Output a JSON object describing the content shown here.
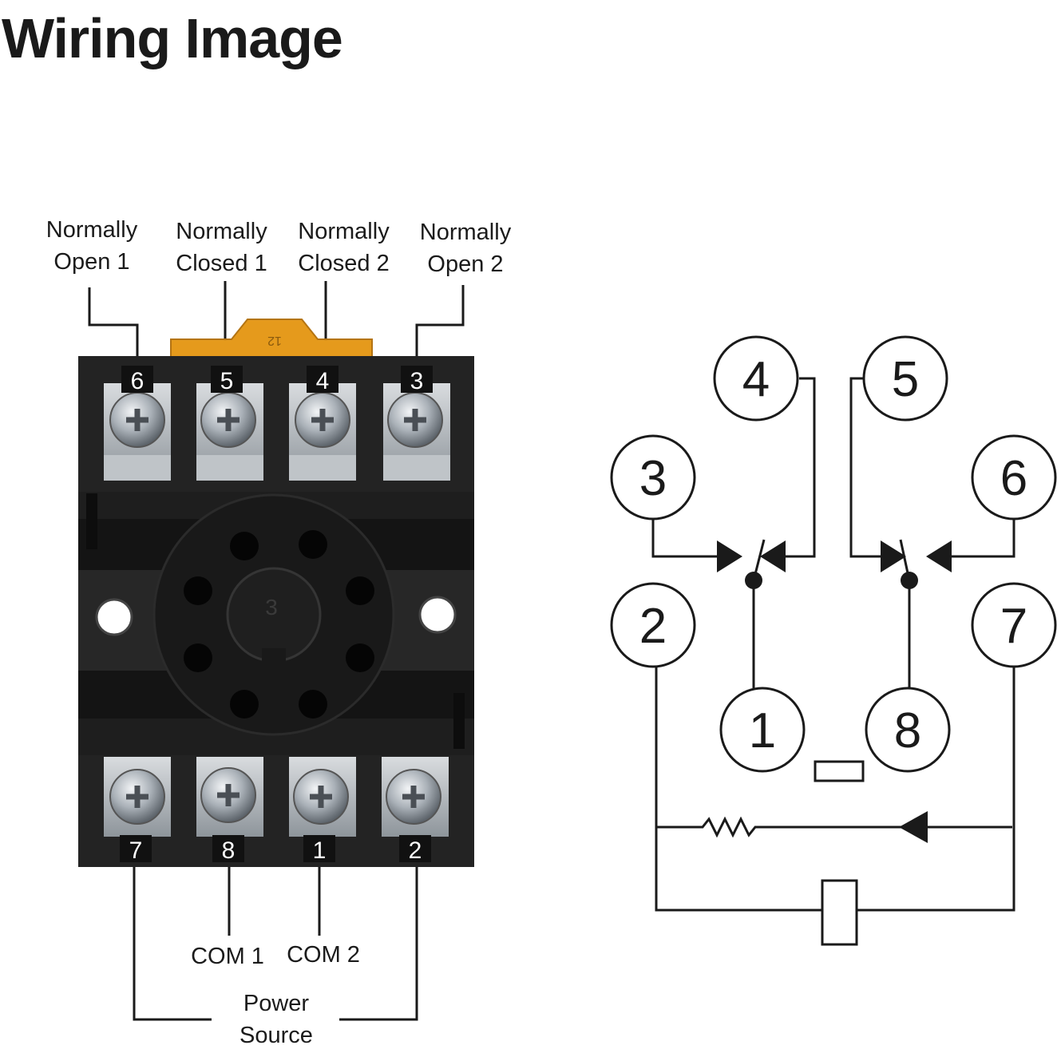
{
  "title": "Wiring Image",
  "top_labels": [
    {
      "line1": "Normally",
      "line2": "Open 1"
    },
    {
      "line1": "Normally",
      "line2": "Closed 1"
    },
    {
      "line1": "Normally",
      "line2": "Closed 2"
    },
    {
      "line1": "Normally",
      "line2": "Open 2"
    }
  ],
  "top_terminals": [
    "6",
    "5",
    "4",
    "3"
  ],
  "bottom_terminals": [
    "7",
    "8",
    "1",
    "2"
  ],
  "bottom_labels": {
    "com1": "COM 1",
    "com2": "COM 2",
    "power_line1": "Power",
    "power_line2": "Source"
  },
  "tab_number": "12",
  "socket_center_number": "3",
  "schematic_pins": [
    "4",
    "5",
    "3",
    "6",
    "2",
    "7",
    "1",
    "8"
  ],
  "colors": {
    "socket_body": "#1e1e1e",
    "tab": "#e59a1c",
    "line": "#1a1a1a"
  }
}
